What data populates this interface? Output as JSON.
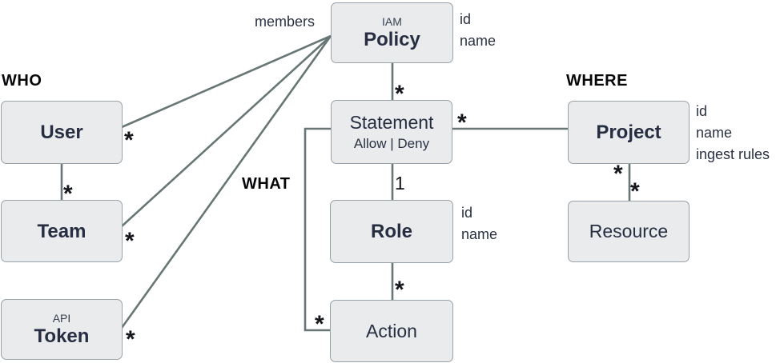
{
  "colors": {
    "box_fill": "#e9ebed",
    "box_border": "#9aa1a7",
    "connector": "#697676",
    "entity_text": "#272e41",
    "section_label_text": "#060608"
  },
  "labels": {
    "who": "WHO",
    "what": "WHAT",
    "where": "WHERE",
    "members": "members"
  },
  "cardinality": {
    "many": "*",
    "one": "1"
  },
  "entities": {
    "policy": {
      "caption": "IAM",
      "name": "Policy"
    },
    "statement": {
      "name": "Statement",
      "variants": "Allow | Deny"
    },
    "role": {
      "name": "Role"
    },
    "action": {
      "name": "Action"
    },
    "user": {
      "name": "User"
    },
    "team": {
      "name": "Team"
    },
    "token": {
      "caption": "API",
      "name": "Token"
    },
    "project": {
      "name": "Project"
    },
    "resource": {
      "name": "Resource"
    }
  },
  "attributes": {
    "policy": [
      "id",
      "name"
    ],
    "role": [
      "id",
      "name"
    ],
    "project": [
      "id",
      "name",
      "ingest rules"
    ]
  },
  "relationships": [
    {
      "from": "Policy",
      "to": "User",
      "label": "members",
      "cardinality": "*"
    },
    {
      "from": "Policy",
      "to": "Team",
      "label": "members",
      "cardinality": "*"
    },
    {
      "from": "Policy",
      "to": "Token",
      "label": "members",
      "cardinality": "*"
    },
    {
      "from": "Policy",
      "to": "Statement",
      "cardinality": "*"
    },
    {
      "from": "Statement",
      "to": "Project",
      "cardinality": "*"
    },
    {
      "from": "Statement",
      "to": "Role",
      "cardinality": "1"
    },
    {
      "from": "Statement",
      "to": "Action",
      "cardinality": "*"
    },
    {
      "from": "Role",
      "to": "Action",
      "cardinality": "*"
    },
    {
      "from": "User",
      "to": "Team",
      "cardinality": "*"
    },
    {
      "from": "Project",
      "to": "Resource",
      "cardinality": "* : *"
    }
  ]
}
